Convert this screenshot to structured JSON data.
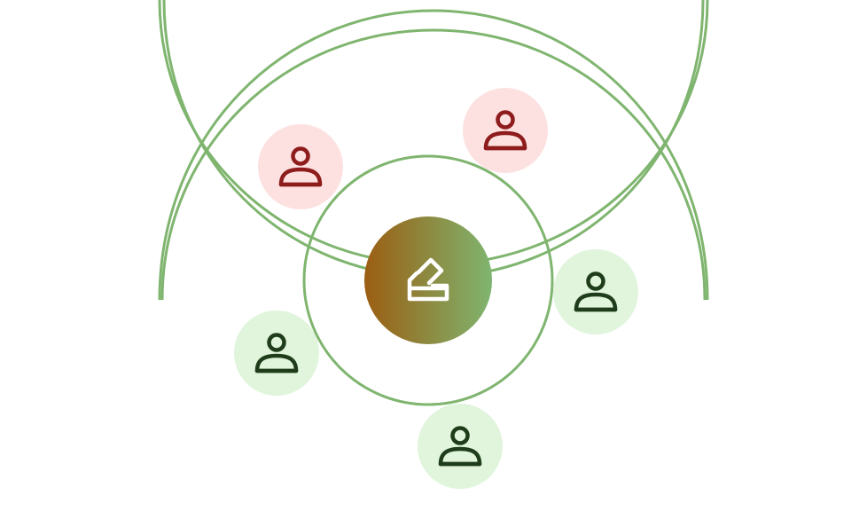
{
  "colors": {
    "ring": "#7fb56f",
    "positive_fill": "#e0f5dc",
    "positive_icon": "#1f3d1a",
    "negative_fill": "#fde1e1",
    "negative_icon": "#8e1c1c",
    "center_gradient_start": "#9b5e12",
    "center_gradient_end": "#7fb56f",
    "center_icon": "#ffffff"
  },
  "center": {
    "icon": "eraser-icon"
  },
  "nodes": [
    {
      "id": "voter-top-left",
      "sentiment": "negative",
      "icon": "user-icon"
    },
    {
      "id": "voter-top-right",
      "sentiment": "negative",
      "icon": "user-icon"
    },
    {
      "id": "voter-right",
      "sentiment": "positive",
      "icon": "user-icon"
    },
    {
      "id": "voter-left",
      "sentiment": "positive",
      "icon": "user-icon"
    },
    {
      "id": "voter-bottom",
      "sentiment": "positive",
      "icon": "user-icon"
    }
  ]
}
